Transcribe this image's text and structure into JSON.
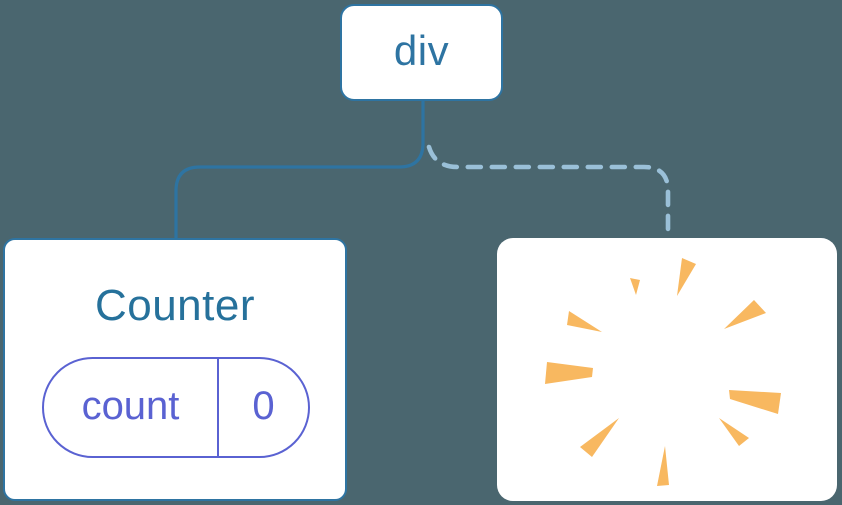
{
  "tree": {
    "root": {
      "label": "div"
    },
    "counter": {
      "title": "Counter",
      "state": {
        "key": "count",
        "value": "0"
      }
    },
    "removed": {
      "icon": "poof-sparkle-icon"
    }
  },
  "colors": {
    "background": "#4A666F",
    "node-background": "#FFFFFF",
    "node-border-blue": "#2E74A2",
    "node-text-blue": "#2E74A2",
    "counter-title": "#26719B",
    "state-purple": "#5A62D2",
    "connector-solid": "#2E74A2",
    "connector-dashed": "#9AC0D8",
    "poof-orange": "#F8B860"
  }
}
